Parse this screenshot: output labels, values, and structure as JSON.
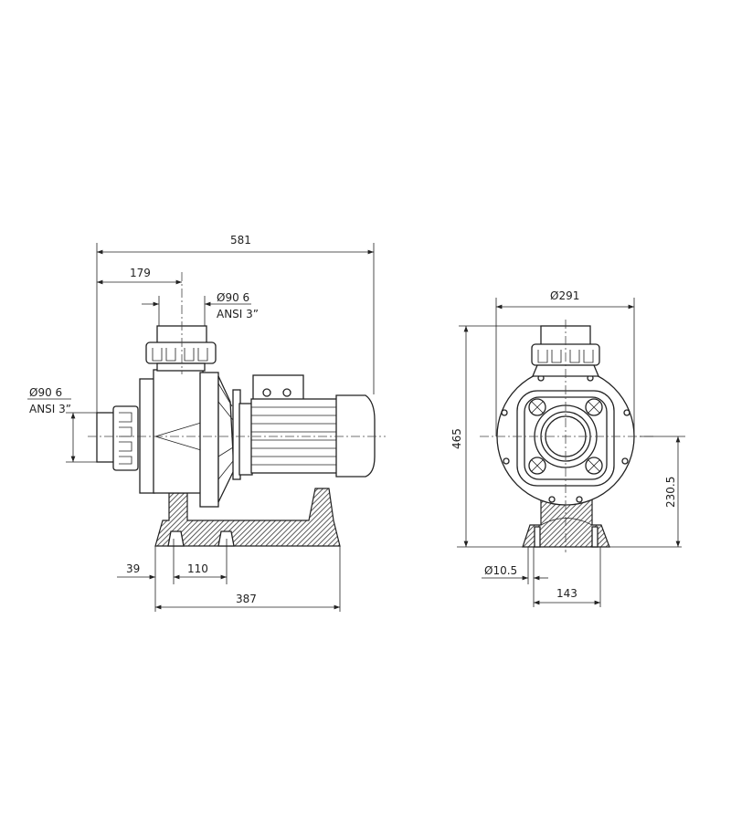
{
  "side_view": {
    "overall_length": "581",
    "outlet_offset": "179",
    "outlet_diameter": "Ø90 6",
    "outlet_thread": "ANSI 3”",
    "inlet_diameter": "Ø90 6",
    "inlet_thread": "ANSI 3”",
    "base_offset": "39",
    "hole_spacing": "110",
    "base_length": "387"
  },
  "front_view": {
    "body_diameter": "Ø291",
    "overall_height": "465",
    "axis_height": "230.5",
    "hole_diameter": "Ø10.5",
    "hole_spacing": "143"
  }
}
